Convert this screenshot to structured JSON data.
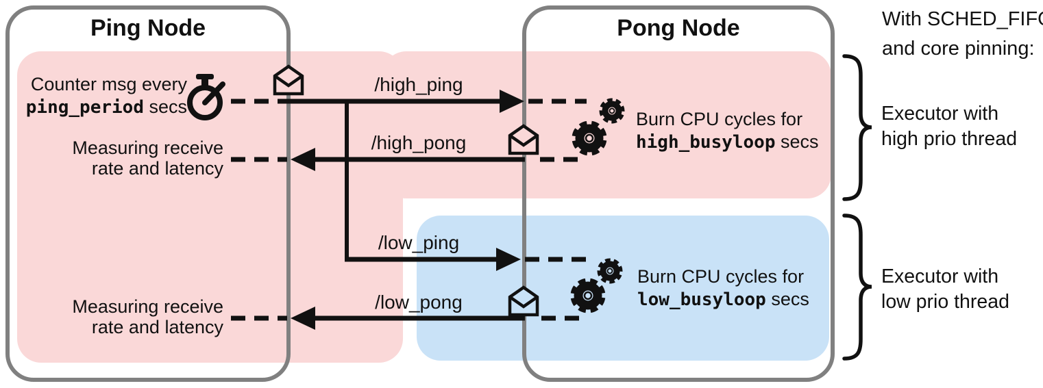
{
  "colors": {
    "high_priority_region": "#fad8d8",
    "low_priority_region": "#c9e2f7",
    "node_border": "#808080",
    "ink": "#111111"
  },
  "ping_node": {
    "title": "Ping Node",
    "timer_caption": {
      "line1": "Counter msg every",
      "param": "ping_period",
      "suffix": " secs"
    },
    "measure_caption_high": {
      "line1": "Measuring receive",
      "line2": "rate and latency"
    },
    "measure_caption_low": {
      "line1": "Measuring receive",
      "line2": "rate and latency"
    }
  },
  "pong_node": {
    "title": "Pong Node",
    "burn_caption_high": {
      "line1": "Burn CPU cycles for",
      "param": "high_busyloop",
      "suffix": " secs"
    },
    "burn_caption_low": {
      "line1": "Burn CPU cycles for",
      "param": "low_busyloop",
      "suffix": " secs"
    }
  },
  "topics": {
    "high_ping": "/high_ping",
    "high_pong": "/high_pong",
    "low_ping": "/low_ping",
    "low_pong": "/low_pong"
  },
  "annotations": {
    "scheduling_note": {
      "line1": "With SCHED_FIFO",
      "line2": "and core pinning:"
    },
    "executor_high": {
      "line1": "Executor with",
      "line2": "high prio thread"
    },
    "executor_low": {
      "line1": "Executor with",
      "line2": "low prio thread"
    }
  },
  "icons": {
    "timer": "stopwatch-icon",
    "message": "envelope-icon",
    "cpu_burn": "gears-icon",
    "grouping": "curly-brace"
  }
}
